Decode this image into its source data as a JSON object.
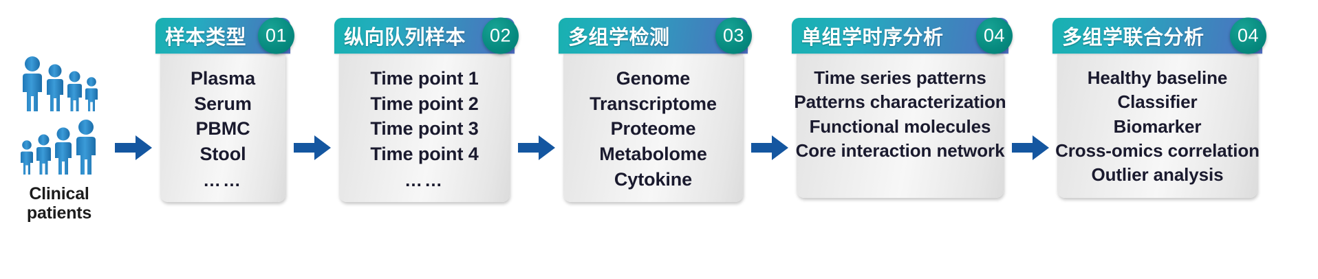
{
  "source": {
    "label": "Clinical\npatients",
    "label_line1": "Clinical",
    "label_line2": "patients",
    "icon": "people-group-icon",
    "person_count": 8
  },
  "colors": {
    "header_gradient_start": "#18b0b0",
    "header_gradient_end": "#4f6ec4",
    "badge": "#06897e",
    "arrow": "#1456a0",
    "body_background": "#ebebeb",
    "body_text": "#1a1a2e",
    "person_icon": "#2f8ccc",
    "canvas": "#ffffff"
  },
  "arrow": {
    "icon": "right-block-arrow-icon",
    "count": 5
  },
  "stages": [
    {
      "badge": "01",
      "title": "样本类型",
      "items": [
        "Plasma",
        "Serum",
        "PBMC",
        "Stool",
        "……"
      ]
    },
    {
      "badge": "02",
      "title": "纵向队列样本",
      "items": [
        "Time point 1",
        "Time point 2",
        "Time point 3",
        "Time point 4",
        "……"
      ]
    },
    {
      "badge": "03",
      "title": "多组学检测",
      "items": [
        "Genome",
        "Transcriptome",
        "Proteome",
        "Metabolome",
        "Cytokine"
      ]
    },
    {
      "badge": "04",
      "title": "单组学时序分析",
      "items": [
        "Time series patterns",
        "Patterns characterization",
        "Functional molecules",
        "Core interaction network"
      ]
    },
    {
      "badge": "04",
      "title": "多组学联合分析",
      "items": [
        "Healthy baseline",
        "Classifier",
        "Biomarker",
        "Cross-omics correlation",
        "Outlier analysis"
      ]
    }
  ]
}
